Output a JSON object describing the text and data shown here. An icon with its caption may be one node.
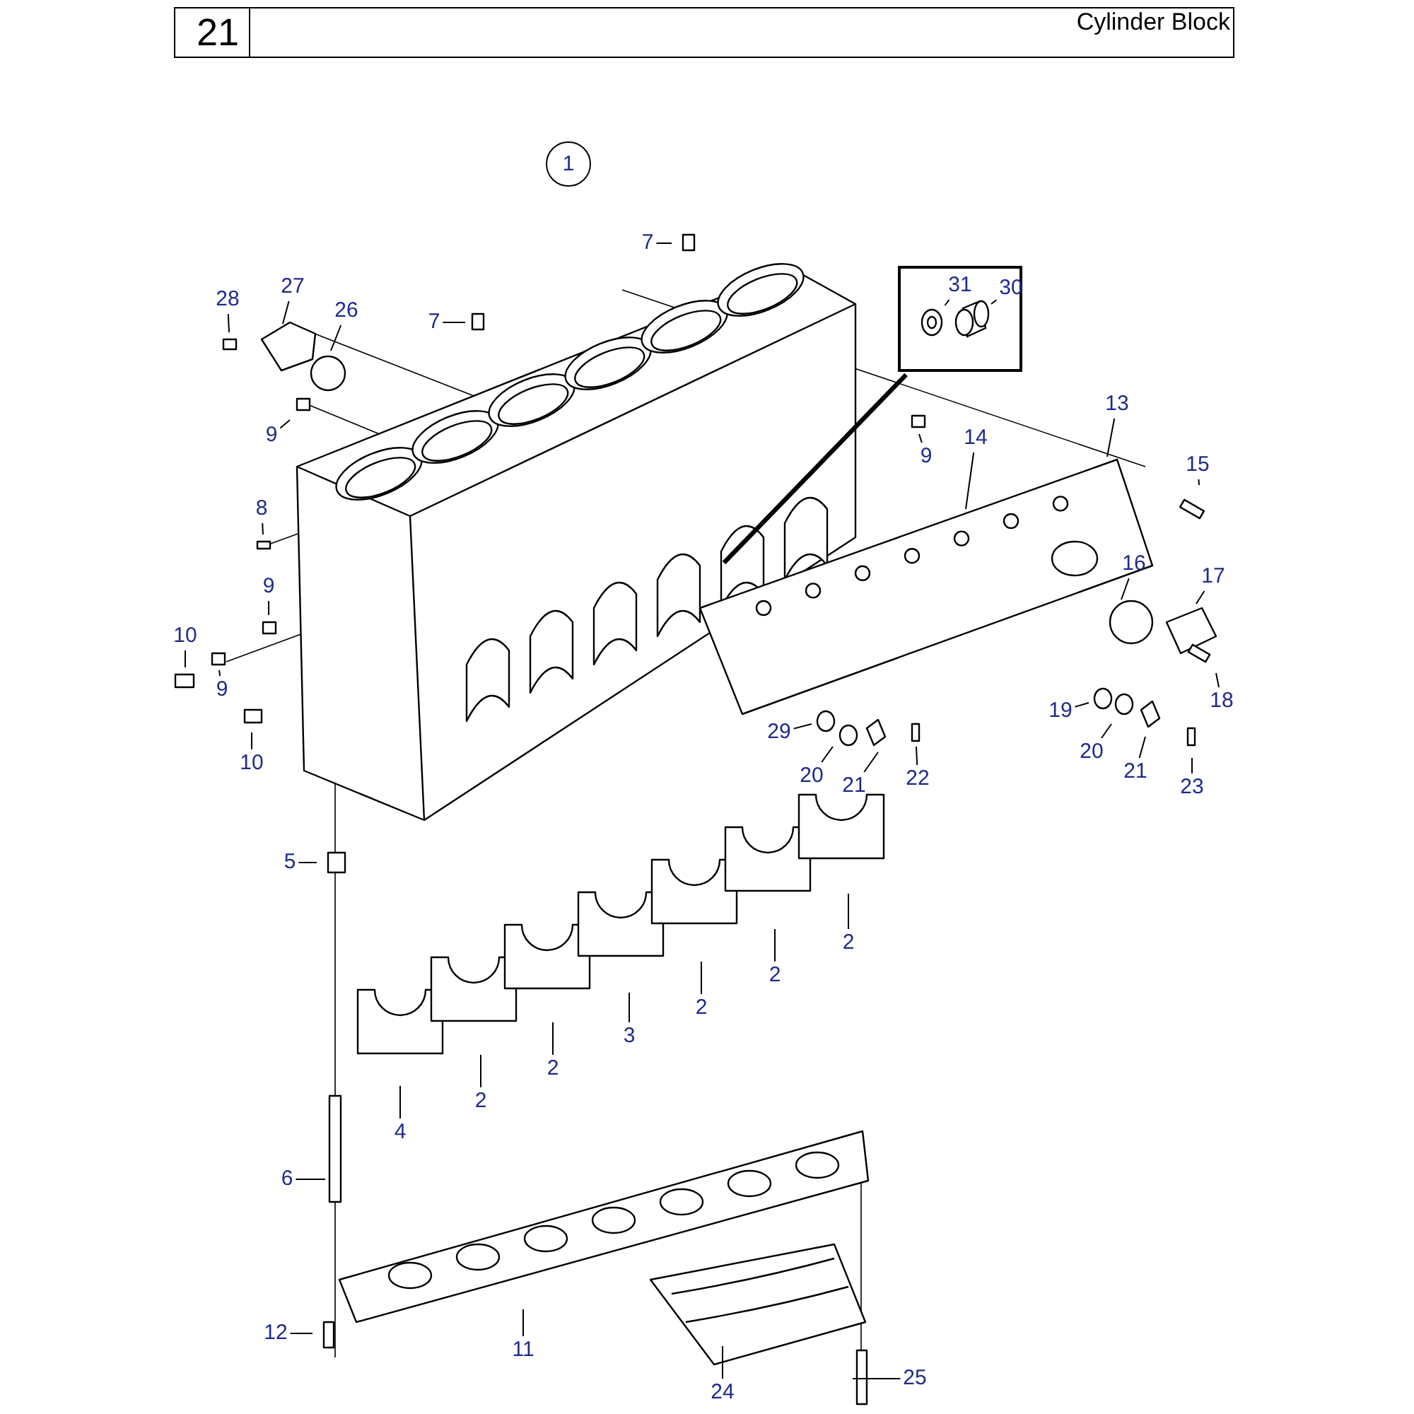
{
  "diagram": {
    "title": "Cylinder Block",
    "nodes": [
      {
        "text": [
          "1"
        ]
      },
      {
        "text": [
          "7"
        ]
      },
      {
        "text": [
          "28"
        ]
      },
      {
        "text": [
          "27"
        ]
      },
      {
        "text": [
          "26"
        ]
      },
      {
        "text": [
          "7"
        ]
      },
      {
        "text": [],
        "shape": "box"
      },
      {
        "text": [
          "31"
        ],
        "in": 6
      },
      {
        "text": [
          "30"
        ],
        "in": 6
      },
      {
        "text": [
          "9"
        ]
      },
      {
        "text": [
          "9"
        ]
      },
      {
        "text": [
          "14"
        ]
      },
      {
        "text": [
          "13"
        ]
      },
      {
        "text": [
          "15"
        ]
      },
      {
        "text": [
          "8"
        ]
      },
      {
        "text": [
          "16"
        ]
      },
      {
        "text": [
          "17"
        ]
      },
      {
        "text": [
          "9"
        ]
      },
      {
        "text": [
          "10"
        ]
      },
      {
        "text": [
          "18"
        ]
      },
      {
        "text": [
          "9"
        ]
      },
      {
        "text": [
          "19"
        ]
      },
      {
        "text": [
          "20"
        ]
      },
      {
        "text": [
          "29"
        ]
      },
      {
        "text": [
          "10"
        ]
      },
      {
        "text": [
          "20"
        ]
      },
      {
        "text": [
          "21"
        ]
      },
      {
        "text": [
          "22"
        ]
      },
      {
        "text": [
          "21"
        ]
      },
      {
        "text": [
          "23"
        ]
      },
      {
        "text": [
          "5"
        ]
      },
      {
        "text": [
          "2"
        ]
      },
      {
        "text": [
          "2"
        ]
      },
      {
        "text": [
          "2"
        ]
      },
      {
        "text": [
          "3"
        ]
      },
      {
        "text": [
          "2"
        ]
      },
      {
        "text": [
          "2"
        ]
      },
      {
        "text": [
          "4"
        ]
      },
      {
        "text": [
          "6"
        ]
      },
      {
        "text": [
          "12"
        ]
      },
      {
        "text": [
          "11"
        ]
      },
      {
        "text": [
          "24"
        ]
      },
      {
        "text": [
          "25"
        ]
      },
      {
        "text": [],
        "shape": "picture",
        "in": 6
      },
      {
        "text": [],
        "shape": "picture",
        "in": 6
      }
    ],
    "edges": [
      {
        "from": 1,
        "to": null,
        "arrow": "none"
      },
      {
        "from": 2,
        "to": null,
        "arrow": "none"
      },
      {
        "from": 3,
        "to": null,
        "arrow": "none"
      },
      {
        "from": 4,
        "to": null,
        "arrow": "none"
      },
      {
        "from": 5,
        "to": null,
        "arrow": "none"
      },
      {
        "from": 6,
        "to": null,
        "arrow": "none",
        "style": "thick"
      },
      {
        "from": 7,
        "to": 43,
        "arrow": "none"
      },
      {
        "from": 8,
        "to": 44,
        "arrow": "none"
      },
      {
        "from": 9,
        "to": null,
        "arrow": "none"
      },
      {
        "from": 10,
        "to": null,
        "arrow": "none"
      },
      {
        "from": 11,
        "to": null,
        "arrow": "none"
      },
      {
        "from": 12,
        "to": null,
        "arrow": "none"
      },
      {
        "from": 13,
        "to": null,
        "arrow": "none"
      },
      {
        "from": 14,
        "to": null,
        "arrow": "none"
      },
      {
        "from": 15,
        "to": null,
        "arrow": "none"
      },
      {
        "from": 16,
        "to": null,
        "arrow": "none"
      },
      {
        "from": 17,
        "to": null,
        "arrow": "none"
      },
      {
        "from": 18,
        "to": null,
        "arrow": "none"
      },
      {
        "from": 19,
        "to": null,
        "arrow": "none"
      },
      {
        "from": 20,
        "to": null,
        "arrow": "none"
      },
      {
        "from": 21,
        "to": null,
        "arrow": "none"
      },
      {
        "from": 22,
        "to": null,
        "arrow": "none"
      },
      {
        "from": 23,
        "to": null,
        "arrow": "none"
      },
      {
        "from": 24,
        "to": null,
        "arrow": "none"
      },
      {
        "from": 25,
        "to": null,
        "arrow": "none"
      },
      {
        "from": 26,
        "to": null,
        "arrow": "none"
      },
      {
        "from": 27,
        "to": null,
        "arrow": "none"
      },
      {
        "from": 28,
        "to": null,
        "arrow": "none"
      },
      {
        "from": 29,
        "to": null,
        "arrow": "none"
      },
      {
        "from": 30,
        "to": null,
        "arrow": "none"
      },
      {
        "from": 31,
        "to": null,
        "arrow": "none"
      },
      {
        "from": 32,
        "to": null,
        "arrow": "none"
      },
      {
        "from": 33,
        "to": null,
        "arrow": "none"
      },
      {
        "from": 34,
        "to": null,
        "arrow": "none"
      },
      {
        "from": 35,
        "to": null,
        "arrow": "none"
      },
      {
        "from": 36,
        "to": null,
        "arrow": "none"
      },
      {
        "from": 37,
        "to": null,
        "arrow": "none"
      },
      {
        "from": 38,
        "to": null,
        "arrow": "none"
      },
      {
        "from": 39,
        "to": null,
        "arrow": "none"
      },
      {
        "from": 40,
        "to": null,
        "arrow": "none"
      },
      {
        "from": 41,
        "to": null,
        "arrow": "none"
      },
      {
        "from": 42,
        "to": null,
        "arrow": "none"
      }
    ],
    "labels": [
      "21"
    ]
  }
}
